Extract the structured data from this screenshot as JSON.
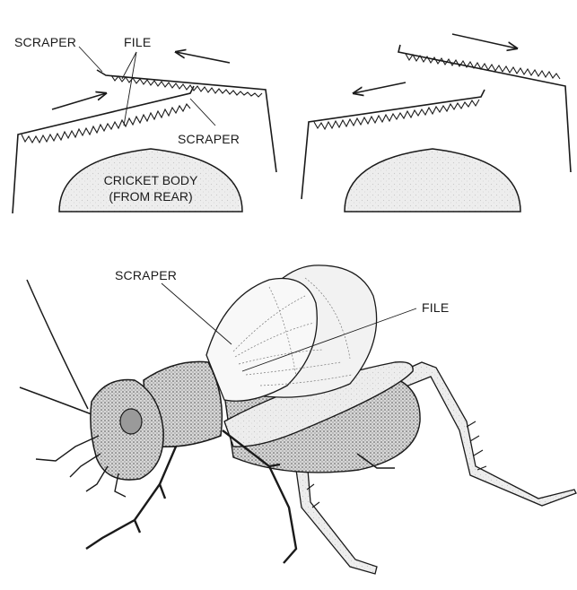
{
  "top_left": {
    "scraper_label": "SCRAPER",
    "file_label": "FILE",
    "scraper_label_2": "SCRAPER",
    "body_label_line1": "CRICKET BODY",
    "body_label_line2": "(FROM REAR)"
  },
  "bottom": {
    "scraper_label": "SCRAPER",
    "file_label": "FILE"
  },
  "colors": {
    "ink": "#1a1a1a",
    "body_fill": "#ececec",
    "background": "#ffffff"
  }
}
